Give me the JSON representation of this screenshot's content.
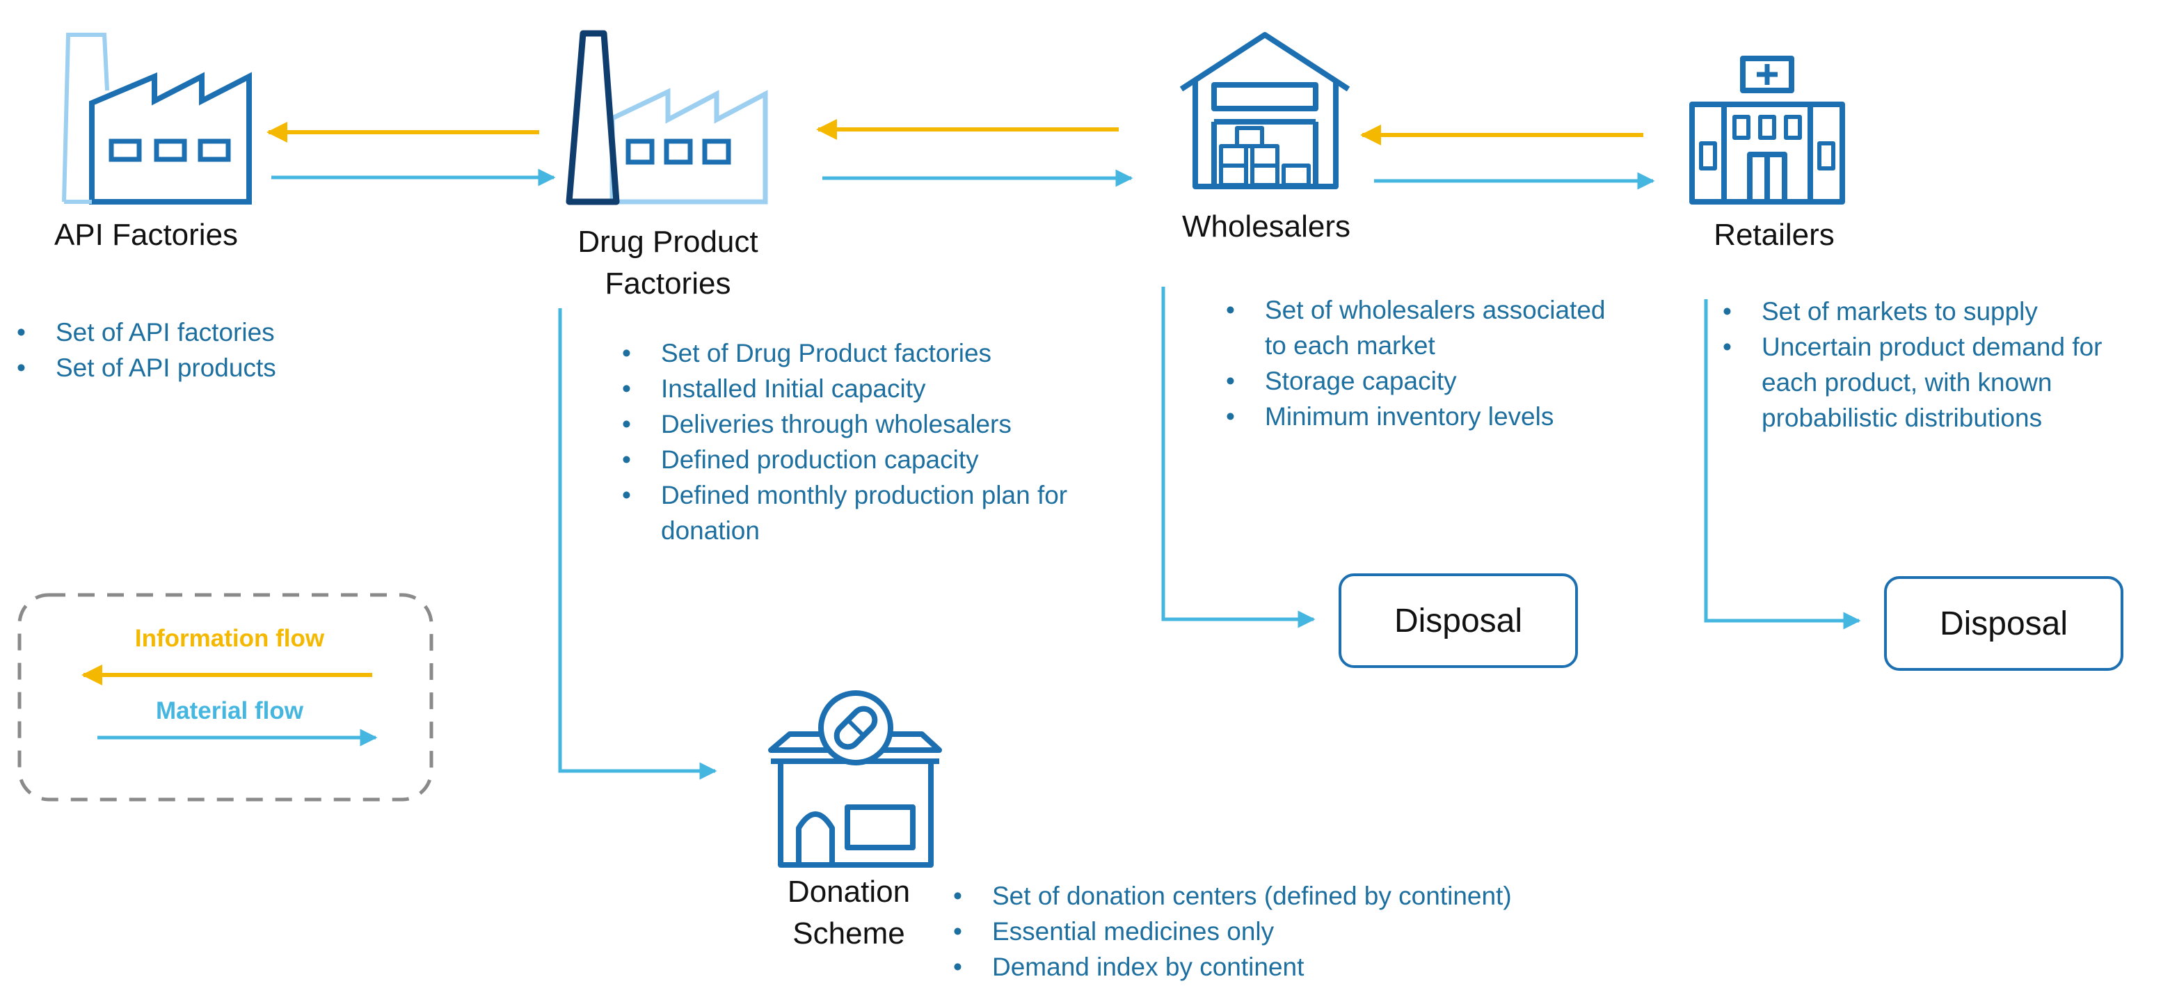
{
  "nodes": {
    "api": {
      "label": "API Factories",
      "bullets": [
        "Set of API factories",
        "Set of API products"
      ]
    },
    "drug": {
      "label_line1": "Drug Product",
      "label_line2": "Factories",
      "bullets": [
        "Set of Drug Product factories",
        "Installed Initial capacity",
        "Deliveries through wholesalers",
        "Defined production capacity",
        "Defined monthly production plan for donation"
      ]
    },
    "wholesalers": {
      "label": "Wholesalers",
      "bullets": [
        "Set of wholesalers associated  to each market",
        "Storage capacity",
        "Minimum inventory levels"
      ]
    },
    "retailers": {
      "label": "Retailers",
      "bullets": [
        "Set of markets to supply",
        "Uncertain product demand for each product, with known probabilistic distributions"
      ]
    },
    "donation": {
      "label_line1": "Donation",
      "label_line2": "Scheme",
      "bullets": [
        "Set of donation centers (defined by continent)",
        "Essential medicines only",
        "Demand index by continent"
      ]
    }
  },
  "disposal": {
    "wholesalers": "Disposal",
    "retailers": "Disposal"
  },
  "legend": {
    "information": "Information flow",
    "material": "Material flow"
  },
  "colors": {
    "information_flow": "#f5b800",
    "material_flow": "#45b6e0",
    "icon_primary": "#1c6fb0",
    "icon_secondary": "#9dcff0",
    "bullet_text": "#1d6fa0",
    "legend_border": "#8a8a8a"
  }
}
